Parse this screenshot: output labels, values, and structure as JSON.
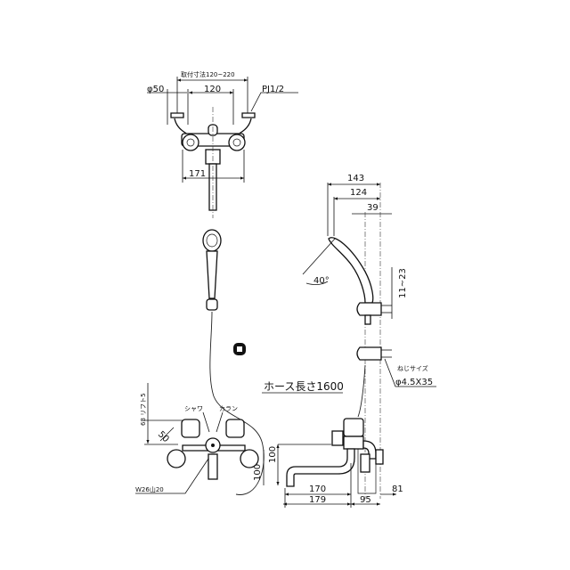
{
  "top_view": {
    "mount_range": "取付寸法120~220",
    "dia_50": "φ50",
    "center_120": "120",
    "pipe_thread": "PJ1/2",
    "width_171": "171"
  },
  "hose": {
    "length": "ホース長さ1600"
  },
  "side_view": {
    "d143": "143",
    "d124": "124",
    "d39": "39",
    "angle": "40°",
    "d11_23": "11~23",
    "screw_label": "ねじサイズ",
    "screw_size": "φ4.5X35",
    "d170": "170",
    "d179": "179",
    "d95": "95",
    "d81": "81",
    "d100": "100"
  },
  "front_view": {
    "lift": "68 リフト5",
    "shower": "シャワ",
    "faucet": "カラン",
    "d50": "50",
    "d100": "100",
    "thread": "W26山20"
  }
}
